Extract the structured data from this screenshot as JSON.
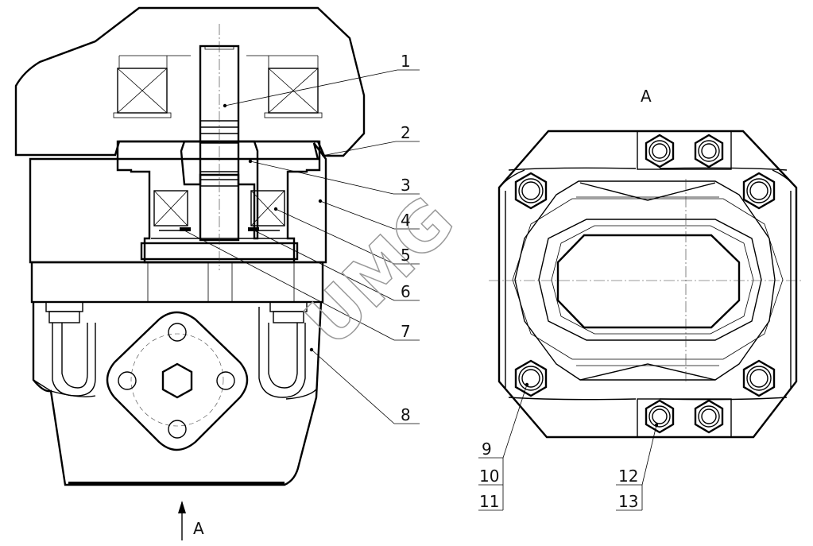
{
  "view_label": "A",
  "arrow_label": "A",
  "watermark": "UMG",
  "callouts": {
    "c1": "1",
    "c2": "2",
    "c3": "3",
    "c4": "4",
    "c5": "5",
    "c6": "6",
    "c7": "7",
    "c8": "8",
    "c9": "9",
    "c10": "10",
    "c11": "11",
    "c12": "12",
    "c13": "13"
  }
}
